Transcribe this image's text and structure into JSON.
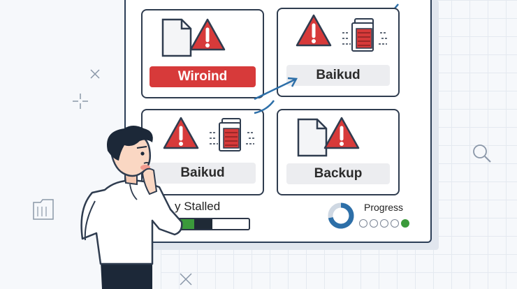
{
  "cards": [
    {
      "label": "Wiroind",
      "style": "red",
      "icons": [
        "document-icon",
        "warning-icon"
      ]
    },
    {
      "label": "Baikud",
      "style": "grey",
      "icons": [
        "warning-icon",
        "server-icon"
      ]
    },
    {
      "label": "Baikud",
      "style": "grey",
      "icons": [
        "warning-icon",
        "server-icon"
      ]
    },
    {
      "label": "Backup",
      "style": "grey",
      "icons": [
        "document-icon",
        "warning-icon"
      ]
    }
  ],
  "status": {
    "text": "y Stalled"
  },
  "progress": {
    "label": "Progress",
    "pie_fraction": 0.72,
    "steps_total": 5,
    "steps_active": 1
  },
  "colors": {
    "alert": "#d73a3a",
    "accent_blue": "#2d6fa8",
    "success": "#3b9a3b",
    "outline": "#2c3e57"
  }
}
